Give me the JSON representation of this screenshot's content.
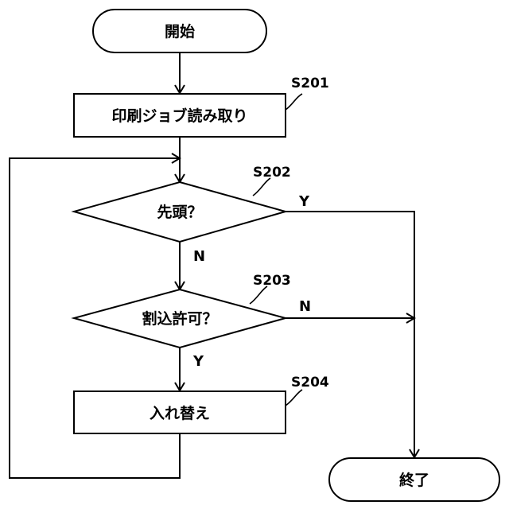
{
  "flowchart": {
    "start": "開始",
    "end": "終了",
    "steps": {
      "s201": {
        "id": "S201",
        "text": "印刷ジョブ読み取り"
      },
      "s202": {
        "id": "S202",
        "text": "先頭？"
      },
      "s203": {
        "id": "S203",
        "text": "割込許可？"
      },
      "s204": {
        "id": "S204",
        "text": "入れ替え"
      }
    },
    "branches": {
      "s202_yes": "Y",
      "s202_no": "N",
      "s203_no": "N",
      "s203_yes": "Y"
    }
  }
}
